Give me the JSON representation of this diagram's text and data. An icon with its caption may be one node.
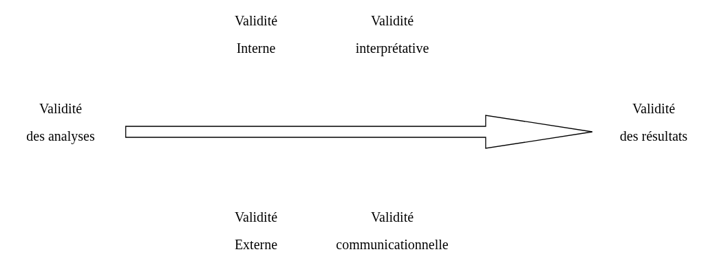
{
  "diagram": {
    "nodes": [
      {
        "text": [
          "Validité des analyses"
        ]
      },
      {
        "text": [
          "Validité des résultats"
        ]
      }
    ],
    "edges": [
      {
        "from": 0,
        "to": 1,
        "arrow": "to"
      }
    ],
    "labels": [
      "Validité Interne",
      "Validité interprétative",
      "Validité Externe",
      "Validité communicationnelle"
    ]
  }
}
